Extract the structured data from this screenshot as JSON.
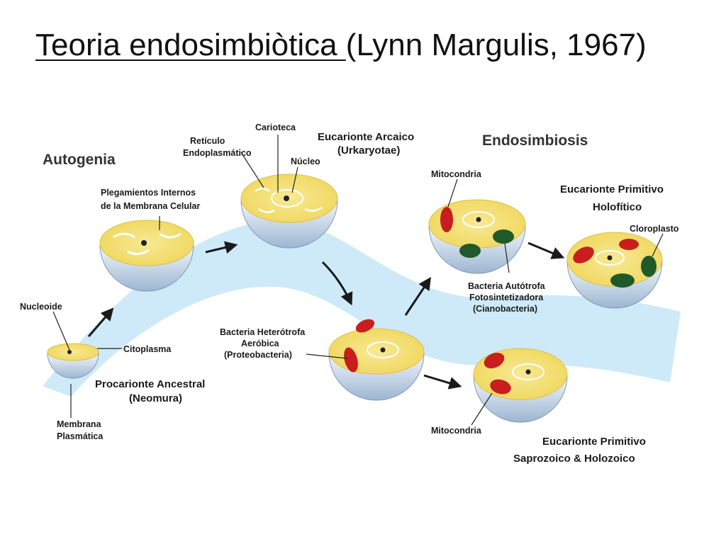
{
  "title": {
    "underlined": "Teoria endosimbiòtica ",
    "rest": "(Lynn Margulis, 1967)"
  },
  "sections": {
    "autogenia": "Autogenia",
    "endosimbiosis": "Endosimbiosis"
  },
  "labels": {
    "nucleoide": "Nucleoide",
    "citoplasma": "Citoplasma",
    "membrana_1": "Membrana",
    "membrana_2": "Plasmática",
    "procarionte_1": "Procarionte Ancestral",
    "procarionte_2": "(Neomura)",
    "plegamientos_1": "Plegamientos Internos",
    "plegamientos_2": "de la Membrana Celular",
    "reticulo_1": "Retículo",
    "reticulo_2": "Endoplasmático",
    "carioteca": "Carioteca",
    "nucleo": "Núcleo",
    "arcaico_1": "Eucarionte Arcaico",
    "arcaico_2": "(Urkaryotae)",
    "heterotrofa_1": "Bacteria Heterótrofa",
    "heterotrofa_2": "Aeróbica",
    "heterotrofa_3": "(Proteobacteria)",
    "mitocondria_top": "Mitocondria",
    "autotrofa_1": "Bacteria Autótrofa",
    "autotrofa_2": "Fotosintetizadora",
    "autotrofa_3": "(Cianobacteria)",
    "holofitico_1": "Eucarionte Primitivo",
    "holofitico_2": "Holofítico",
    "cloroplasto": "Cloroplasto",
    "mitocondria_bottom": "Mitocondria",
    "saprozoico_1": "Eucarionte Primitivo",
    "saprozoico_2": "Saprozoico & Holozoico"
  },
  "colors": {
    "cytoplasm": "#f5e27a",
    "cell_shell": "#dde9f5",
    "flow_band": "#bfe3f6",
    "mitochondria": "#c81e1e",
    "chloroplast": "#1f5a2a",
    "arrow": "#1a1a1a"
  }
}
